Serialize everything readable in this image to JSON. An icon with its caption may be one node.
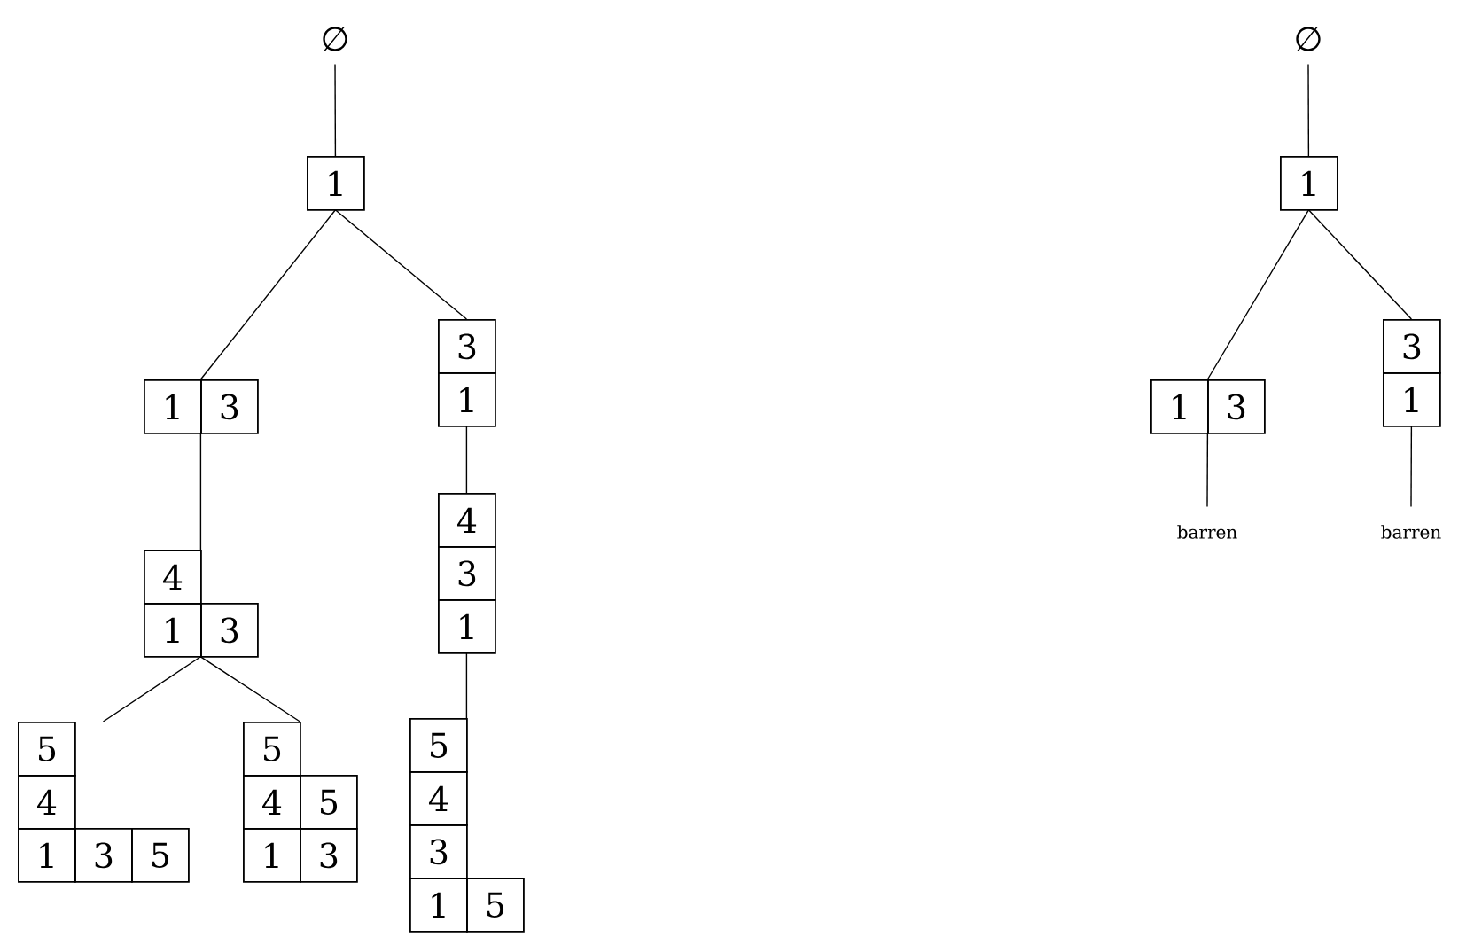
{
  "diagram": {
    "nodes": [
      {
        "text": [
          "∅"
        ]
      },
      {
        "text": [
          "1"
        ]
      },
      {
        "text": [
          "1",
          "3"
        ]
      },
      {
        "text": [
          "3",
          "1"
        ]
      },
      {
        "text": [
          "4",
          "1",
          "3"
        ]
      },
      {
        "text": [
          "4",
          "3",
          "1"
        ]
      },
      {
        "text": [
          "5",
          "4",
          "1",
          "3",
          "5"
        ]
      },
      {
        "text": [
          "5",
          "4",
          "5",
          "1",
          "3"
        ]
      },
      {
        "text": [
          "5",
          "4",
          "3",
          "1",
          "5"
        ]
      },
      {
        "text": [
          "∅"
        ]
      },
      {
        "text": [
          "1"
        ]
      },
      {
        "text": [
          "1",
          "3"
        ]
      },
      {
        "text": [
          "3",
          "1"
        ]
      },
      {
        "text": [
          "barren"
        ]
      },
      {
        "text": [
          "barren"
        ]
      }
    ],
    "edges": [
      {
        "from": 0,
        "to": 1,
        "arrow": "none"
      },
      {
        "from": 1,
        "to": 2,
        "arrow": "none"
      },
      {
        "from": 1,
        "to": 3,
        "arrow": "none"
      },
      {
        "from": 2,
        "to": 4,
        "arrow": "none"
      },
      {
        "from": 3,
        "to": 5,
        "arrow": "none"
      },
      {
        "from": 4,
        "to": 6,
        "arrow": "none"
      },
      {
        "from": 4,
        "to": 7,
        "arrow": "none"
      },
      {
        "from": 5,
        "to": 8,
        "arrow": "none"
      },
      {
        "from": 9,
        "to": 10,
        "arrow": "none"
      },
      {
        "from": 10,
        "to": 11,
        "arrow": "none"
      },
      {
        "from": 10,
        "to": 12,
        "arrow": "none"
      },
      {
        "from": 11,
        "to": 13,
        "arrow": "none"
      },
      {
        "from": 12,
        "to": 14,
        "arrow": "none"
      }
    ]
  }
}
